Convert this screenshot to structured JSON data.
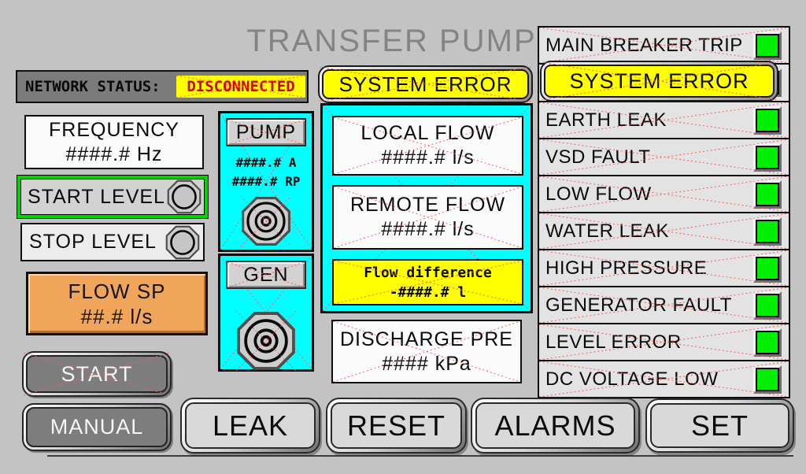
{
  "title": "TRANSFER PUMP",
  "network": {
    "label": "NETWORK STATUS:",
    "status": "DISCONNECTED"
  },
  "left_panel": {
    "frequency": {
      "label": "FREQUENCY",
      "value": "####.# Hz"
    },
    "start_level_label": "START LEVEL",
    "stop_level_label": "STOP LEVEL",
    "flow_sp": {
      "label": "FLOW SP",
      "value": "##.# l/s"
    },
    "start_button_label": "START",
    "manual_button_label": "MANUAL"
  },
  "pump_panel": {
    "button_label": "PUMP",
    "current_value": "####.# A",
    "speed_value": "####.# RP"
  },
  "gen_panel": {
    "button_label": "GEN"
  },
  "flow_panel": {
    "system_error_button_label": "SYSTEM ERROR",
    "local_flow": {
      "label": "LOCAL FLOW",
      "value": "####.# l/s"
    },
    "remote_flow": {
      "label": "REMOTE FLOW",
      "value": "####.# l/s"
    },
    "flow_difference": {
      "label": "Flow difference",
      "value": "-####.# l"
    },
    "discharge_pressure": {
      "label": "DISCHARGE PRE",
      "value": "#### kPa"
    }
  },
  "alarm_panel": {
    "system_error_button_label": "SYSTEM ERROR",
    "items": [
      "MAIN BREAKER TRIP",
      "EARTH LEAK",
      "VSD FAULT",
      "LOW FLOW",
      "WATER LEAK",
      "HIGH PRESSURE",
      "GENERATOR FAULT",
      "LEVEL ERROR",
      "DC VOLTAGE LOW"
    ]
  },
  "bottom_bar": {
    "leak_label": "LEAK",
    "reset_label": "RESET",
    "alarms_label": "ALARMS",
    "set_label": "SET"
  },
  "colors": {
    "background": "#c3c3c3",
    "panel_cyan": "#00ffff",
    "alert_yellow": "#ffff00",
    "indicator_green": "#00ee00",
    "setpoint_orange": "#f1a55b",
    "status_red": "#d40000",
    "title_gray": "#848484",
    "marker_red": "#ff5a5a"
  }
}
